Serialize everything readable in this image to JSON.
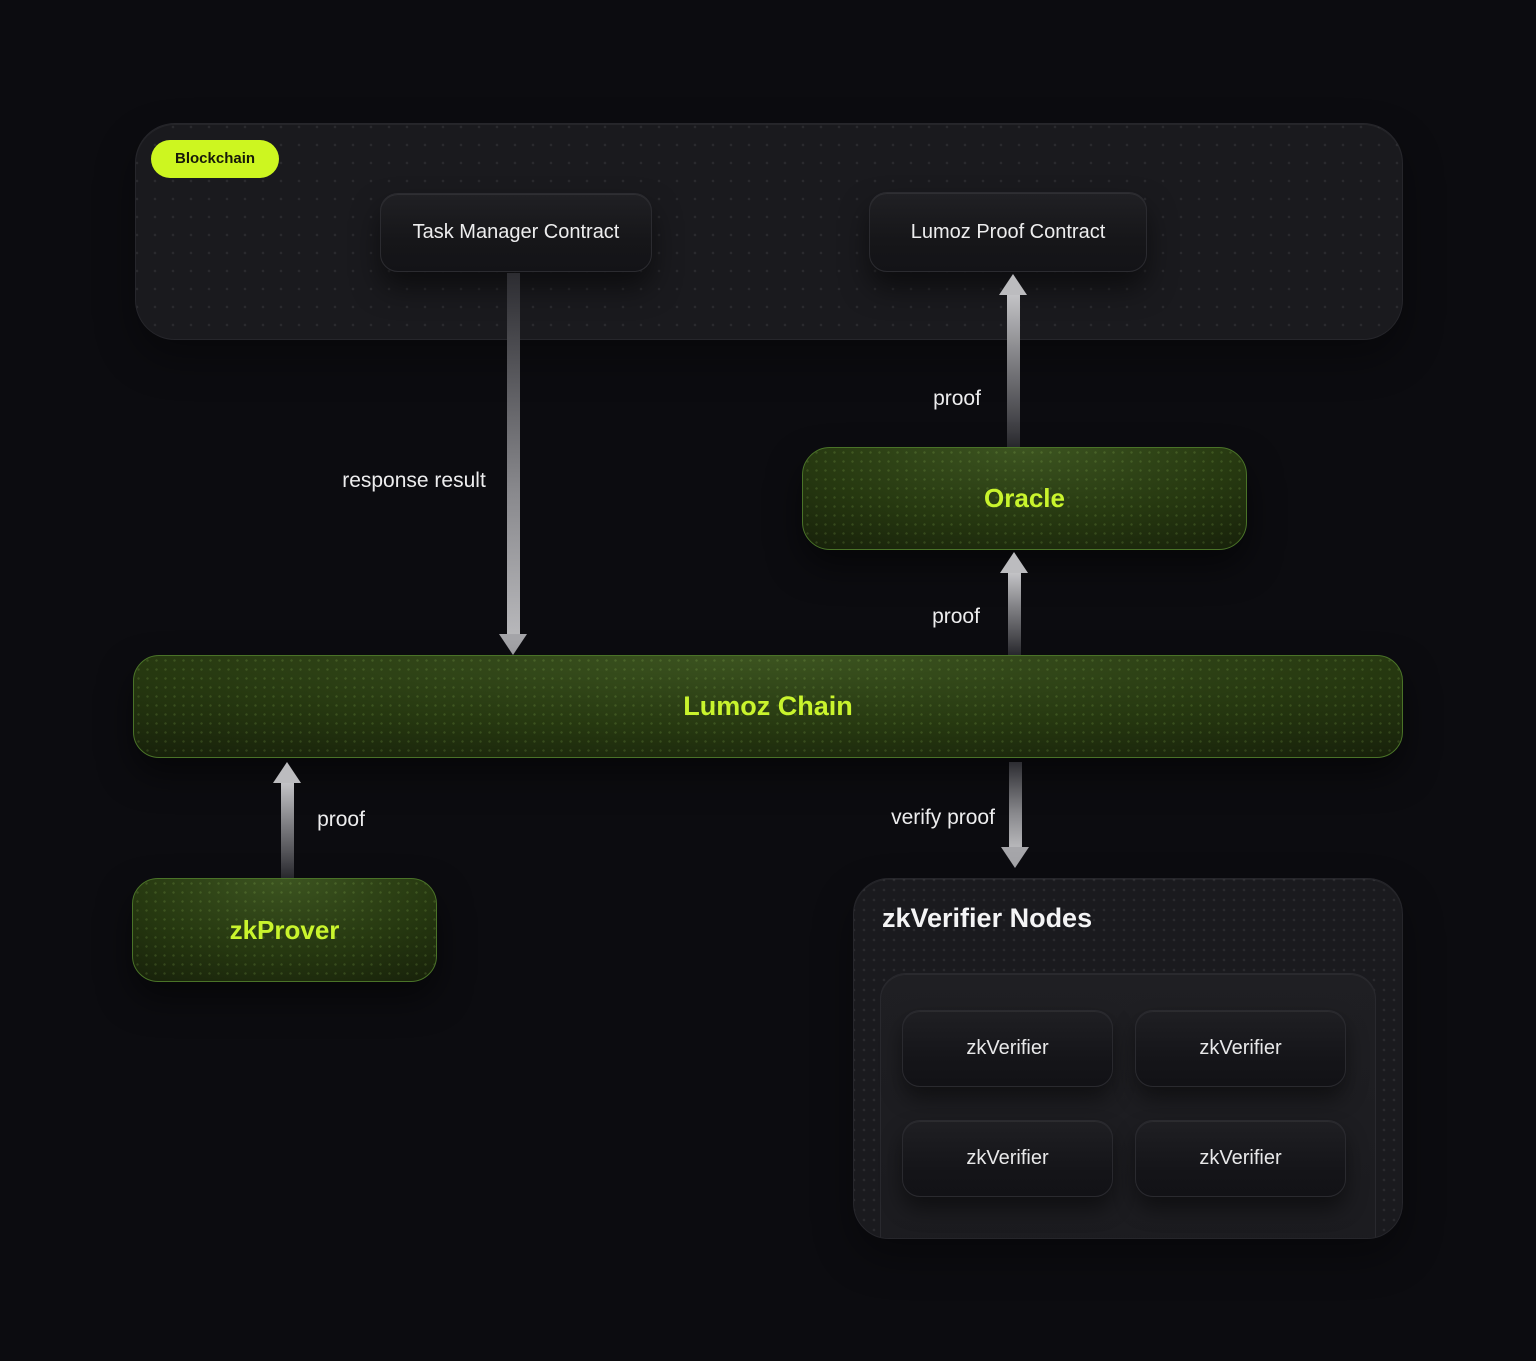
{
  "colors": {
    "accent_text": "#c9f42d",
    "badge_bg": "#cdf620",
    "green_border": "#4a7328",
    "arrow_light": "#c3c3c6"
  },
  "blockchain": {
    "badge": "Blockchain",
    "task_manager": "Task Manager Contract",
    "proof_contract": "Lumoz Proof Contract"
  },
  "oracle": {
    "label": "Oracle"
  },
  "lumoz_chain": {
    "label": "Lumoz Chain"
  },
  "zkprover": {
    "label": "zkProver"
  },
  "verifier_nodes": {
    "title": "zkVerifier Nodes",
    "items": [
      "zkVerifier",
      "zkVerifier",
      "zkVerifier",
      "zkVerifier"
    ]
  },
  "edges": {
    "response_result": "response result",
    "proof_to_contract": "proof",
    "proof_to_oracle": "proof",
    "proof_to_chain": "proof",
    "verify_proof": "verify proof"
  }
}
